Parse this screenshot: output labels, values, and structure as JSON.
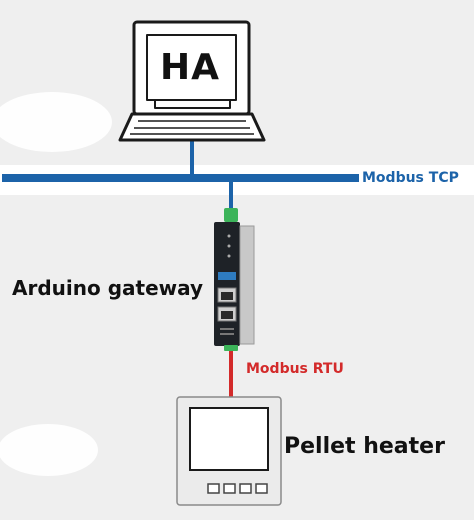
{
  "labels": {
    "computer_screen": "HA",
    "tcp_bus": "Modbus TCP",
    "gateway": "Arduino gateway",
    "rtu_link": "Modbus RTU",
    "heater": "Pellet heater"
  },
  "colors": {
    "tcp_line": "#1c63a9",
    "rtu_line": "#d32a2a",
    "device_body": "#1e2227",
    "terminal": "#3cb45a",
    "screen_dark": "#101010",
    "device_light": "#ebebeb"
  },
  "icons": [
    "computer-icon",
    "gateway-device-icon",
    "heater-panel-icon"
  ]
}
